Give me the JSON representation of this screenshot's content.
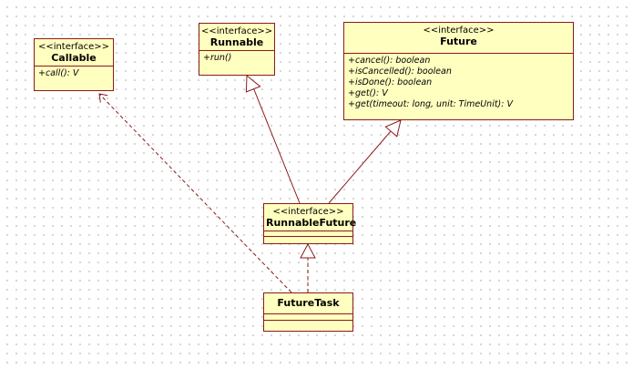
{
  "diagram": {
    "classes": {
      "callable": {
        "stereotype": "<<interface>>",
        "name": "Callable",
        "methods": [
          "+call(): V"
        ]
      },
      "runnable": {
        "stereotype": "<<interface>>",
        "name": "Runnable",
        "methods": [
          "+run()"
        ]
      },
      "future": {
        "stereotype": "<<interface>>",
        "name": "Future",
        "methods": [
          "+cancel(): boolean",
          "+isCancelled(): boolean",
          "+isDone(): boolean",
          "+get(): V",
          "+get(timeout: long, unit: TimeUnit): V"
        ]
      },
      "runnable_future": {
        "stereotype": "<<interface>>",
        "name": "RunnableFuture",
        "methods": []
      },
      "future_task": {
        "name": "FutureTask",
        "methods": []
      }
    },
    "relations": [
      {
        "from": "RunnableFuture",
        "to": "Runnable",
        "kind": "generalization"
      },
      {
        "from": "RunnableFuture",
        "to": "Future",
        "kind": "generalization"
      },
      {
        "from": "FutureTask",
        "to": "RunnableFuture",
        "kind": "realization"
      },
      {
        "from": "FutureTask",
        "to": "Callable",
        "kind": "dependency"
      }
    ],
    "colors": {
      "fill": "#ffffc0",
      "border": "#8b1a1a",
      "connector": "#8b1a1a"
    }
  }
}
